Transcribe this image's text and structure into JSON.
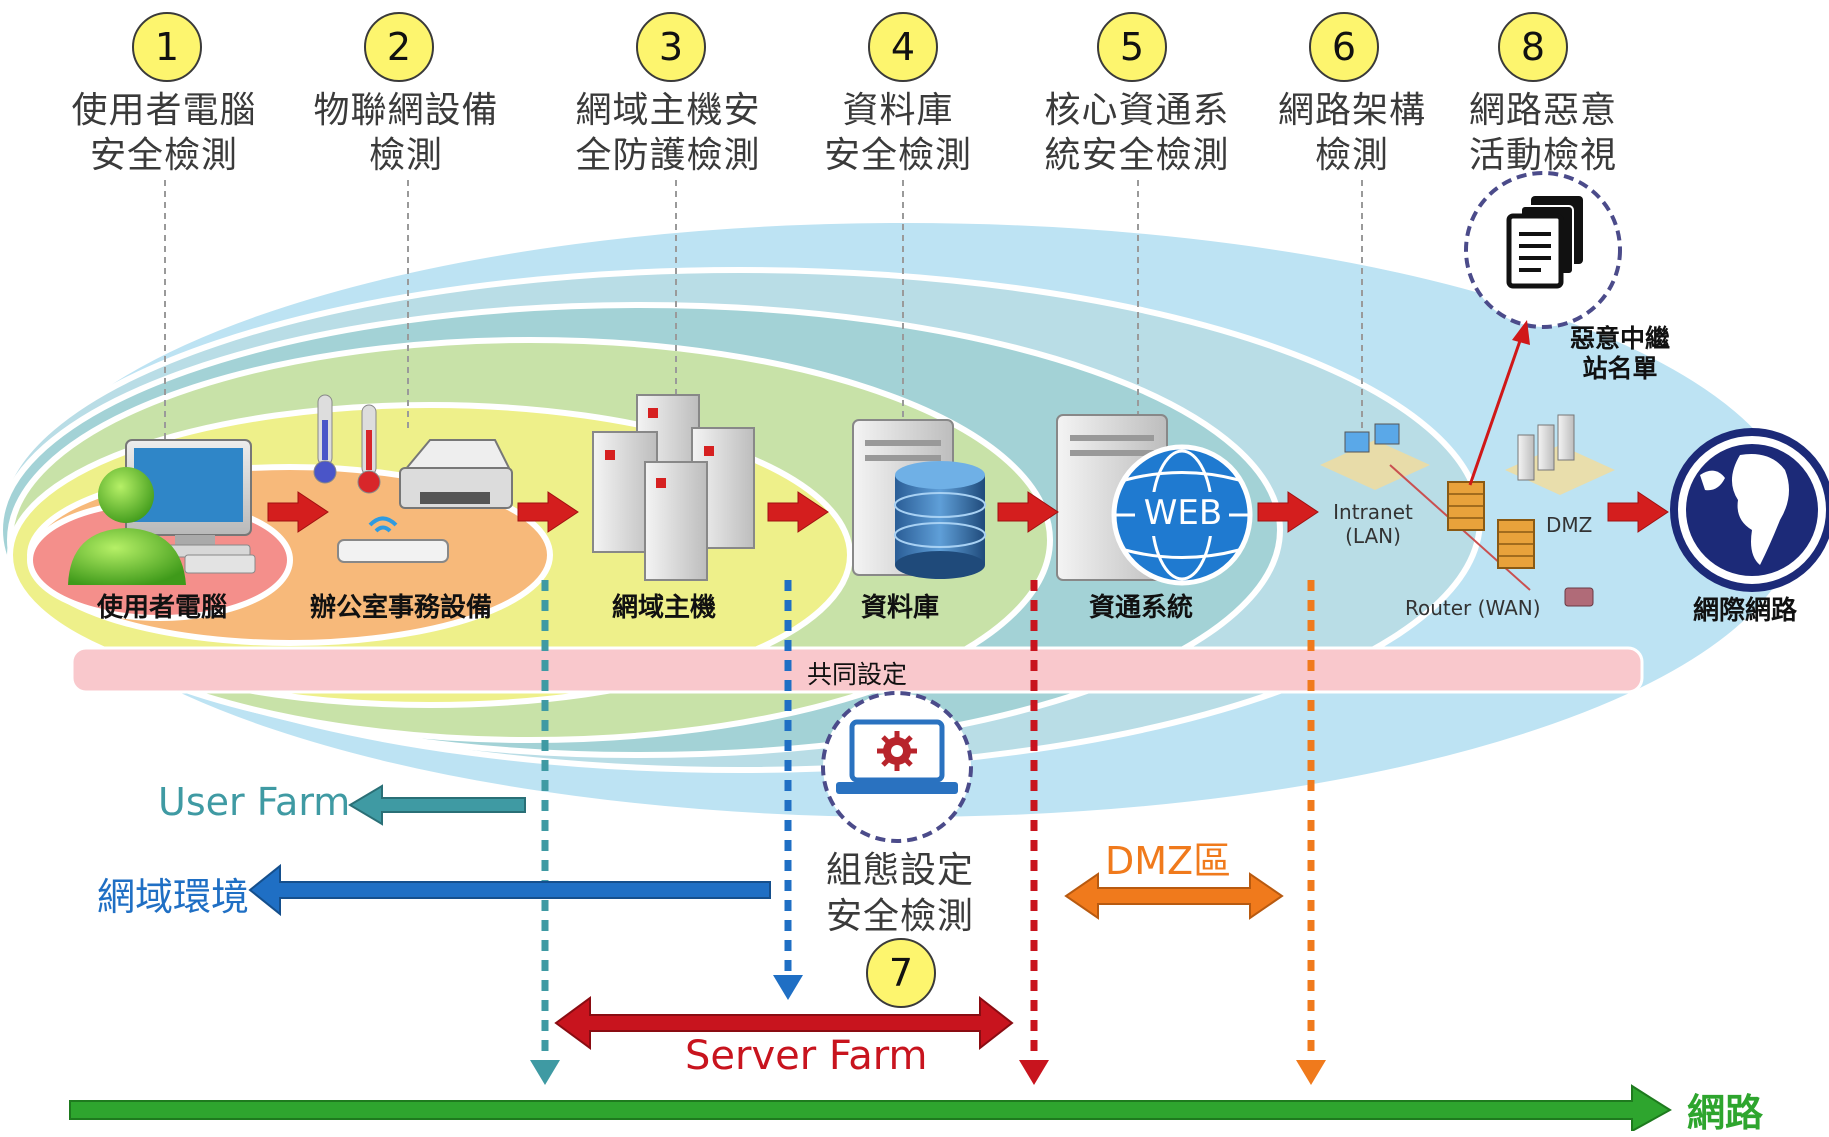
{
  "steps": [
    {
      "num": "1",
      "line1": "使用者電腦",
      "line2": "安全檢測"
    },
    {
      "num": "2",
      "line1": "物聯網設備",
      "line2": "檢測"
    },
    {
      "num": "3",
      "line1": "網域主機安",
      "line2": "全防護檢測"
    },
    {
      "num": "4",
      "line1": "資料庫",
      "line2": "安全檢測"
    },
    {
      "num": "5",
      "line1": "核心資通系",
      "line2": "統安全檢測"
    },
    {
      "num": "6",
      "line1": "網路架構",
      "line2": "檢測"
    },
    {
      "num": "8",
      "line1": "網路惡意",
      "line2": "活動檢視"
    }
  ],
  "zones": {
    "user_pc": "使用者電腦",
    "office": "辦公室事務設備",
    "domain_host": "網域主機",
    "database": "資料庫",
    "info_system": "資通系統",
    "internet": "網際網路",
    "web_badge": "WEB",
    "intranet_line1": "Intranet",
    "intranet_line2": "(LAN)",
    "dmz_small": "DMZ",
    "router": "Router (WAN)",
    "relay_line1": "惡意中繼",
    "relay_line2": "站名單"
  },
  "common_bar": "共同設定",
  "config_check": {
    "line1": "組態設定",
    "line2": "安全檢測",
    "num": "7"
  },
  "bottom_labels": {
    "user_farm": "User Farm",
    "domain_env": "網域環境",
    "dmz_zone": "DMZ區",
    "server_farm": "Server Farm",
    "network": "網路"
  },
  "colors": {
    "user_farm": "#3f9aa3",
    "domain_env": "#1f6fc4",
    "dmz_zone": "#f07a1c",
    "server_farm": "#c8141e",
    "network": "#2ea52e",
    "number_badge": "#fdf56e"
  }
}
